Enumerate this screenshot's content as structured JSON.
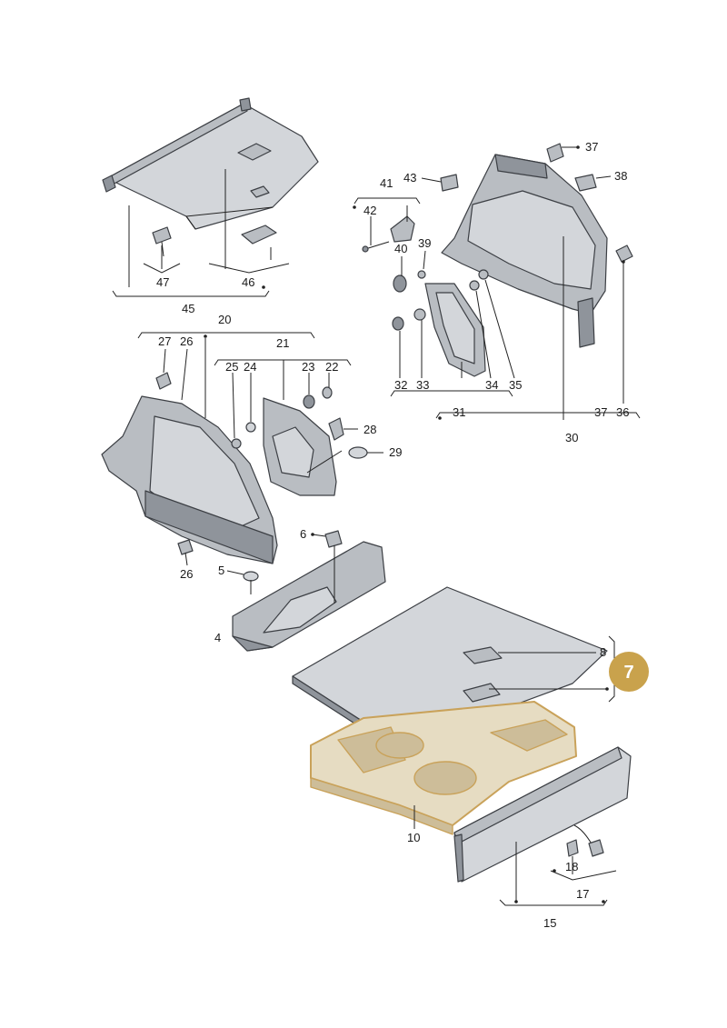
{
  "callouts": {
    "c47": "47",
    "c46": "46",
    "c45": "45",
    "c41": "41",
    "c42": "42",
    "c43": "43",
    "c37a": "37",
    "c38": "38",
    "c40": "40",
    "c39": "39",
    "c32": "32",
    "c33": "33",
    "c34": "34",
    "c35": "35",
    "c31": "31",
    "c37b": "37",
    "c36": "36",
    "c30": "30",
    "c20": "20",
    "c27": "27",
    "c26a": "26",
    "c21": "21",
    "c25": "25",
    "c24": "24",
    "c23": "23",
    "c22": "22",
    "c28": "28",
    "c29": "29",
    "c6": "6",
    "c26b": "26",
    "c5": "5",
    "c4": "4",
    "c8": "8",
    "c10": "10",
    "c18": "18",
    "c17": "17",
    "c15": "15"
  },
  "badge": {
    "label": "7"
  },
  "colors": {
    "highlight_fill": "#e6dcc2",
    "highlight_stroke": "#c9a25a",
    "badge": "#c9a24c",
    "part": "#b9bdc2"
  }
}
